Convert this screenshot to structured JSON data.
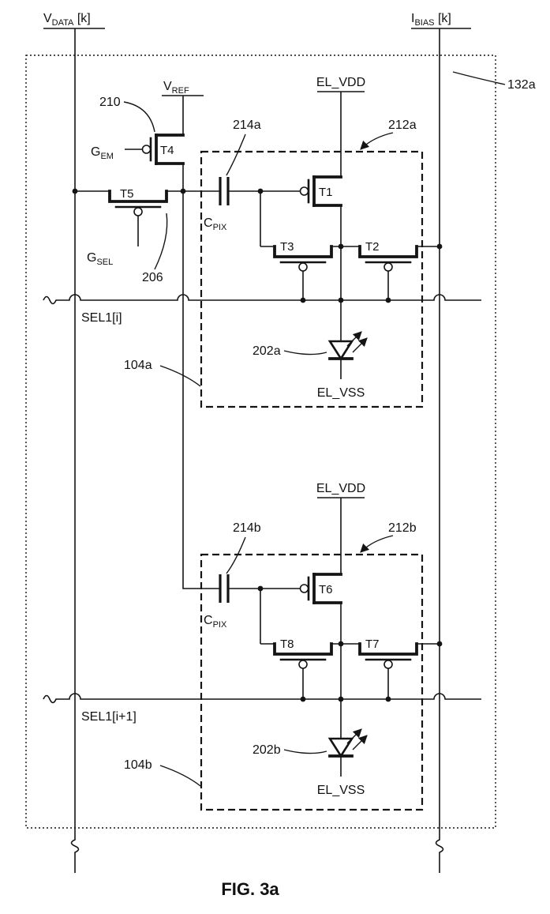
{
  "style": {
    "ink_color": "#141414",
    "background": "#ffffff"
  },
  "figure": {
    "caption": "FIG. 3a"
  },
  "labels": {
    "vdata": {
      "base": "V",
      "sub": "DATA",
      "suffix": " [k]"
    },
    "ibias": {
      "base": "I",
      "sub": "BIAS",
      "suffix": " [k]"
    },
    "vref": {
      "base": "V",
      "sub": "REF",
      "suffix": ""
    },
    "gem": {
      "base": "G",
      "sub": "EM",
      "suffix": ""
    },
    "gsel": {
      "base": "G",
      "sub": "SEL",
      "suffix": ""
    },
    "cpix": {
      "base": "C",
      "sub": "PIX",
      "suffix": ""
    },
    "el_vdd": "EL_VDD",
    "el_vss": "EL_VSS",
    "sel_row_i": "SEL1[i]",
    "sel_row_i1": "SEL1[i+1]"
  },
  "refs": {
    "column_block": "132a",
    "t4_group": "210",
    "t5_group": "206",
    "cap_a": "214a",
    "pixel_a_arrow": "212a",
    "led_a": "202a",
    "pixel_a": "104a",
    "cap_b": "214b",
    "pixel_b_arrow": "212b",
    "led_b": "202b",
    "pixel_b": "104b"
  },
  "transistors": {
    "t1": "T1",
    "t2": "T2",
    "t3": "T3",
    "t4": "T4",
    "t5": "T5",
    "t6": "T6",
    "t7": "T7",
    "t8": "T8"
  }
}
